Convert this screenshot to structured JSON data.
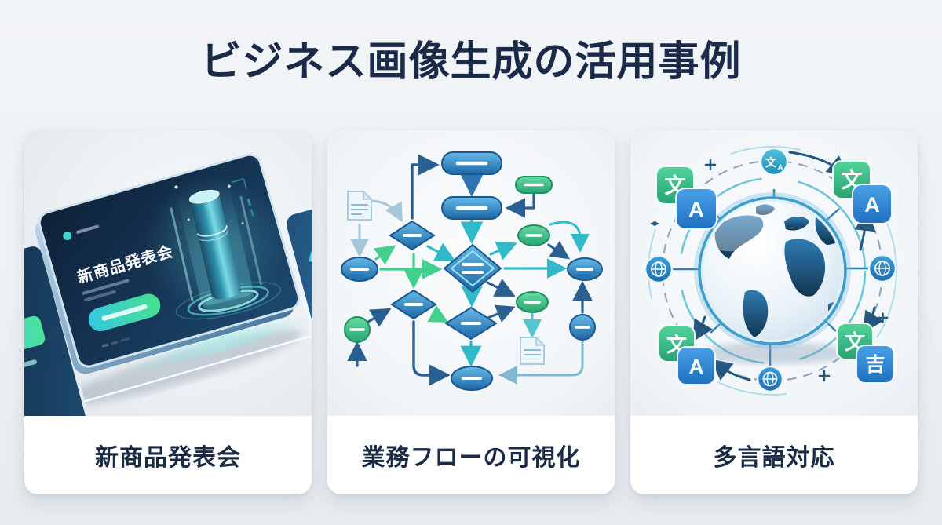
{
  "page": {
    "title": "ビジネス画像生成の活用事例"
  },
  "colors": {
    "title_text": "#1a2a48",
    "label_text": "#1c2b45",
    "card_bg": "#ffffff",
    "teal": "#2fb9c9",
    "green": "#43cf8e",
    "blue": "#2e74ae",
    "navy": "#2b5f92"
  },
  "cards": [
    {
      "id": "product-launch",
      "label": "新商品発表会",
      "illustration": {
        "type": "product-presentation-screen",
        "screen_title": "新商品発表会"
      }
    },
    {
      "id": "workflow-visualization",
      "label": "業務フローの可視化",
      "illustration": {
        "type": "flowchart"
      }
    },
    {
      "id": "multilingual",
      "label": "多言語対応",
      "illustration": {
        "type": "globe-translation",
        "glyphs": {
          "hanzi": "文",
          "latin": "A",
          "kichi": "吉"
        }
      }
    }
  ]
}
